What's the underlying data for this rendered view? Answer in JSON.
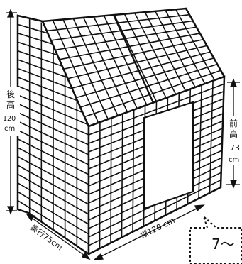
{
  "dimensions": {
    "rear_height": {
      "label": "後高",
      "value": "120",
      "unit": "cm"
    },
    "front_height": {
      "label": "前高",
      "value": "73",
      "unit": "cm"
    },
    "width": {
      "text": "幅120 cm"
    },
    "depth": {
      "text": "奥行75cm"
    }
  },
  "callout": {
    "text": "7～"
  }
}
